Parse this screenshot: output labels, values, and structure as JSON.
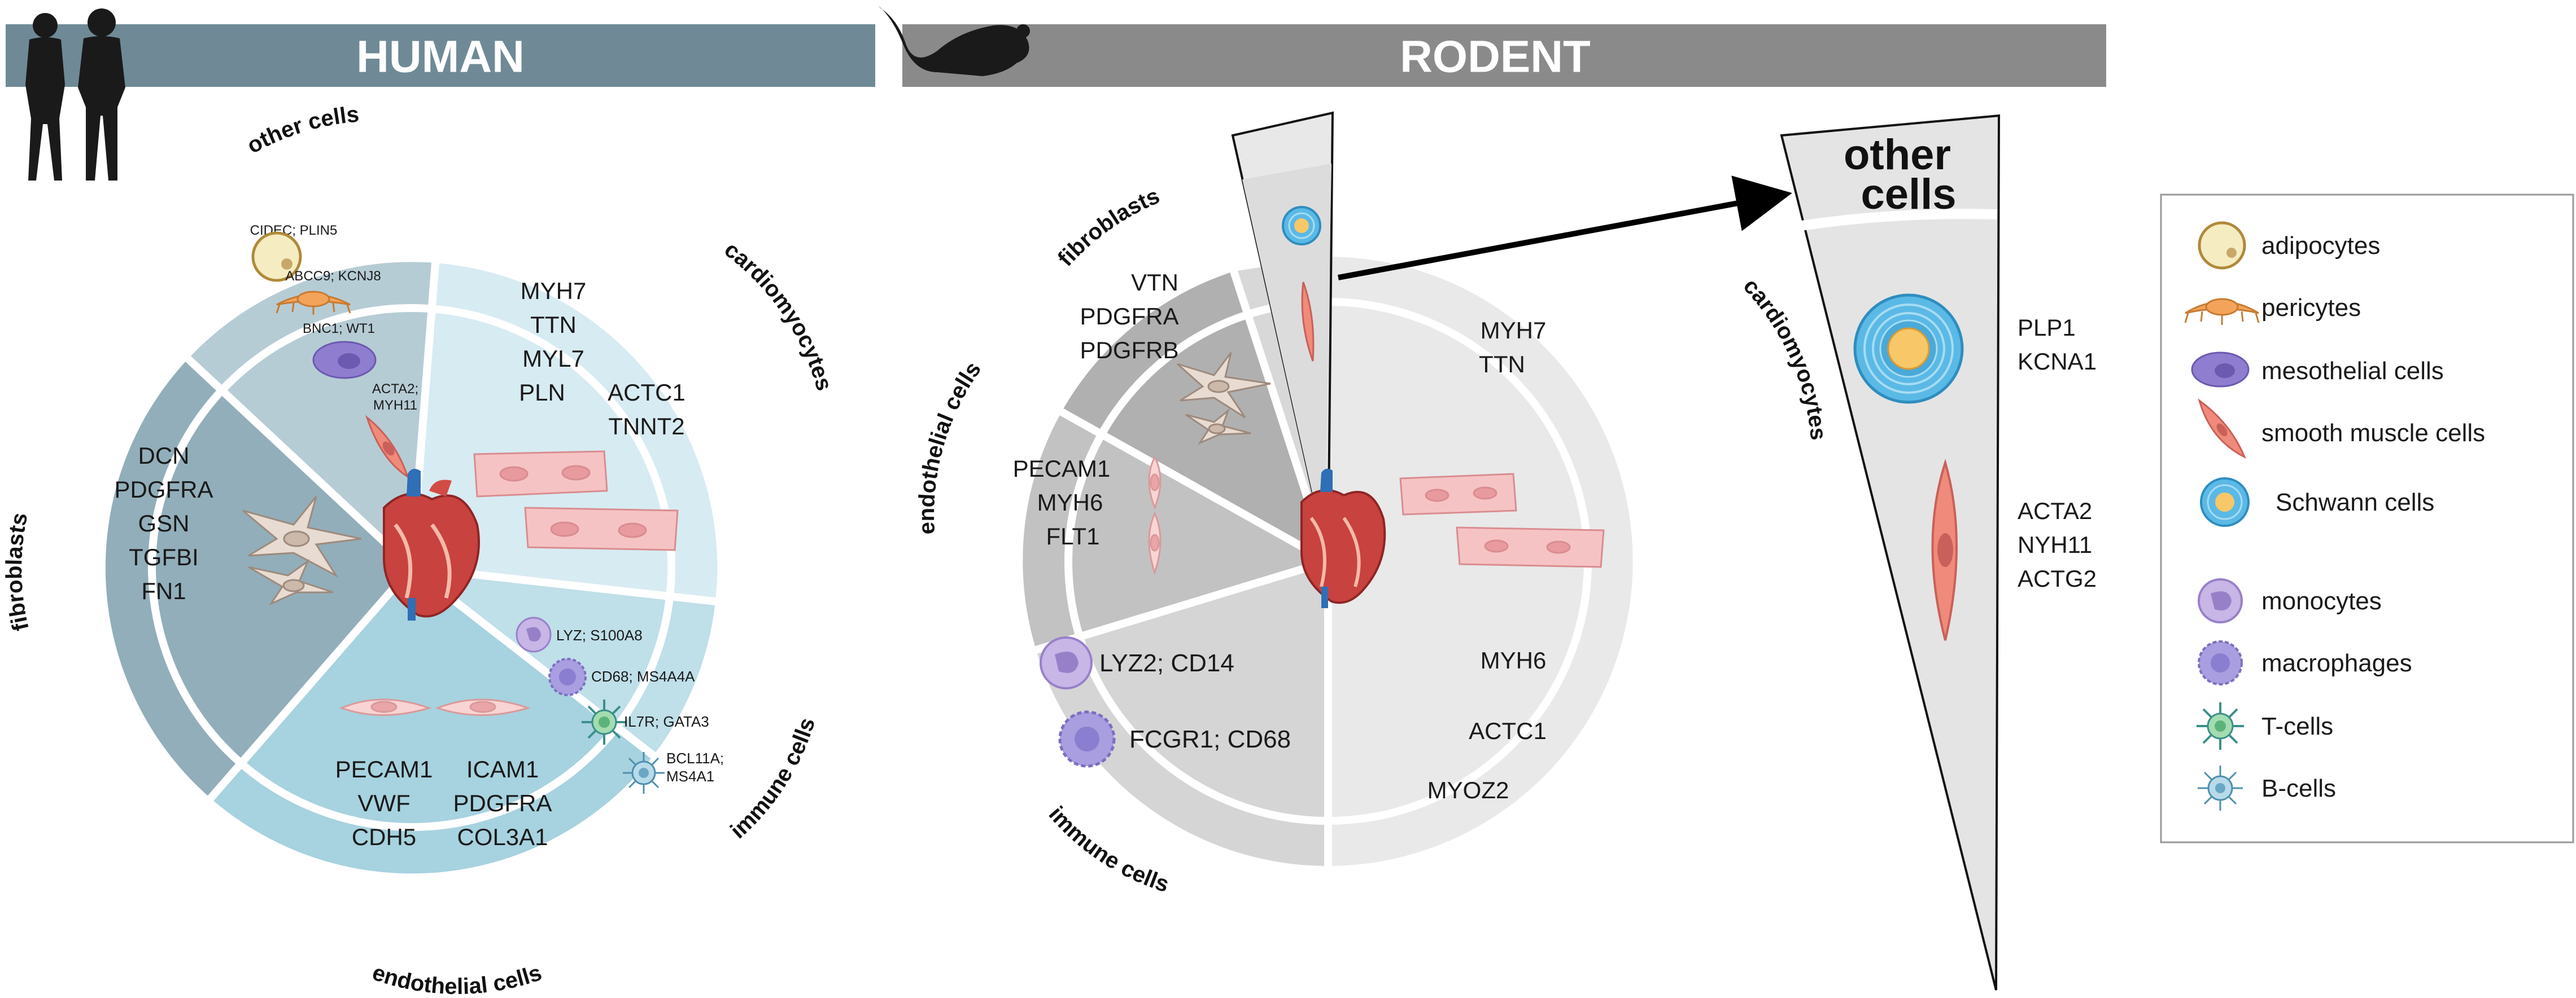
{
  "human": {
    "title": "HUMAN",
    "sectors": {
      "other": "other cells",
      "cardio": "cardiomyocytes",
      "immune": "immune cells",
      "endo": "endothelial cells",
      "fibro": "fibroblasts"
    },
    "fibroblast_markers": [
      "DCN",
      "PDGFRA",
      "GSN",
      "TGFBI",
      "FN1"
    ],
    "cardio_markers_left": [
      "MYH7",
      "TTN",
      "MYL7",
      "PLN"
    ],
    "cardio_markers_right": [
      "ACTC1",
      "TNNT2"
    ],
    "endo_markers_left": [
      "PECAM1",
      "VWF",
      "CDH5"
    ],
    "endo_markers_right": [
      "ICAM1",
      "PDGFRA",
      "COL3A1"
    ],
    "other_markers": {
      "adipo": "CIDEC; PLIN5",
      "peri": "ABCC9; KCNJ8",
      "meso": "BNC1; WT1",
      "smooth_1": "ACTA2;",
      "smooth_2": "MYH11"
    },
    "immune_markers": {
      "mono": "LYZ; S100A8",
      "macro": "CD68; MS4A4A",
      "tcell": "IL7R; GATA3",
      "bcell_1": "BCL11A;",
      "bcell_2": "MS4A1"
    }
  },
  "rodent": {
    "title": "RODENT",
    "sectors": {
      "fibro": "fibroblasts",
      "endo": "endothelial cells",
      "immune": "immune cells",
      "cardio": "cardiomyocytes"
    },
    "fibroblast_markers": [
      "VTN",
      "PDGFRA",
      "PDGFRB"
    ],
    "endo_markers": [
      "PECAM1",
      "MYH6",
      "FLT1"
    ],
    "immune_markers": [
      "LYZ2; CD14",
      "FCGR1; CD68"
    ],
    "cardio_markers_top": [
      "MYH7",
      "TTN"
    ],
    "cardio_markers_bottom": [
      "MYH6",
      "ACTC1",
      "MYOZ2"
    ]
  },
  "zoom": {
    "title_1": "other",
    "title_2": "cells",
    "schwann_markers": [
      "PLP1",
      "KCNA1"
    ],
    "smooth_markers": [
      "ACTA2",
      "NYH11",
      "ACTG2"
    ]
  },
  "legend": {
    "items": [
      {
        "label": "adipocytes",
        "icon": "adipocyte-icon"
      },
      {
        "label": "pericytes",
        "icon": "pericyte-icon"
      },
      {
        "label": "mesothelial cells",
        "icon": "mesothelial-cell-icon"
      },
      {
        "label": "smooth muscle cells",
        "icon": "smooth-muscle-cell-icon"
      },
      {
        "label": "Schwann cells",
        "icon": "schwann-cell-icon"
      },
      {
        "label": "monocytes",
        "icon": "monocyte-icon"
      },
      {
        "label": "macrophages",
        "icon": "macrophage-icon"
      },
      {
        "label": "T-cells",
        "icon": "t-cell-icon"
      },
      {
        "label": "B-cells",
        "icon": "b-cell-icon"
      }
    ]
  },
  "colors": {
    "human_banner": "#6f8a96",
    "rodent_banner": "#8a8a8a",
    "human_fibro": "#92aeba",
    "human_other": "#b6ccd5",
    "human_cardio": "#d7ebf2",
    "human_endo": "#a7d2df",
    "human_immune": "#bfdfe9",
    "rodent_fibro": "#b0b0b0",
    "rodent_endo": "#c2c2c2",
    "rodent_immune": "#d5d5d5",
    "rodent_cardio": "#e9e9e9"
  }
}
